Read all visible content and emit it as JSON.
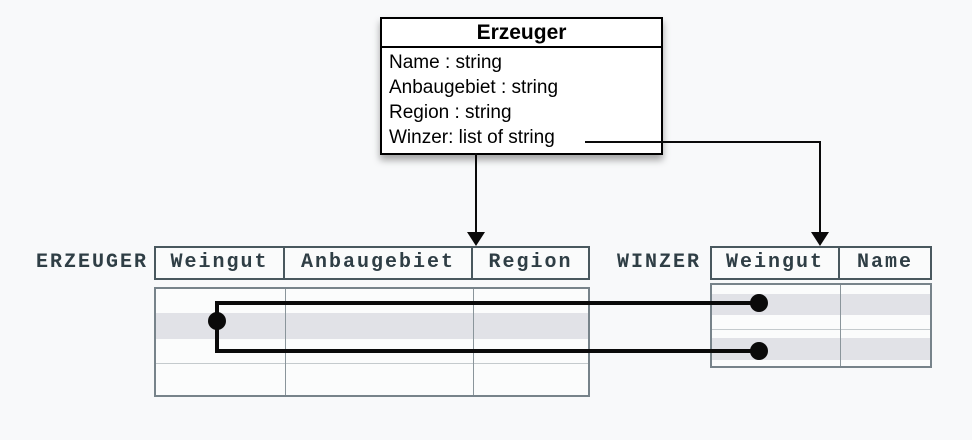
{
  "diagram": {
    "class_box": {
      "title": "Erzeuger",
      "attributes": [
        "Name : string",
        "Anbaugebiet : string",
        "Region : string",
        "Winzer: list of string"
      ]
    },
    "erzeuger_table": {
      "label": "ERZEUGER",
      "columns": [
        "Weingut",
        "Anbaugebiet",
        "Region"
      ],
      "body_rows_visible": 4,
      "highlighted_row_index": 1
    },
    "winzer_table": {
      "label": "WINZER",
      "columns": [
        "Weingut",
        "Name"
      ],
      "body_rows_visible": 4,
      "highlighted_row_indexes": [
        1,
        3
      ]
    },
    "colors": {
      "background": "#f8f9fa",
      "table_text": "#2f3e45",
      "row_highlight": "#e1e2e7",
      "connector": "#0a0a0a",
      "header_border": "#49585e",
      "body_border": "#77838a"
    }
  }
}
